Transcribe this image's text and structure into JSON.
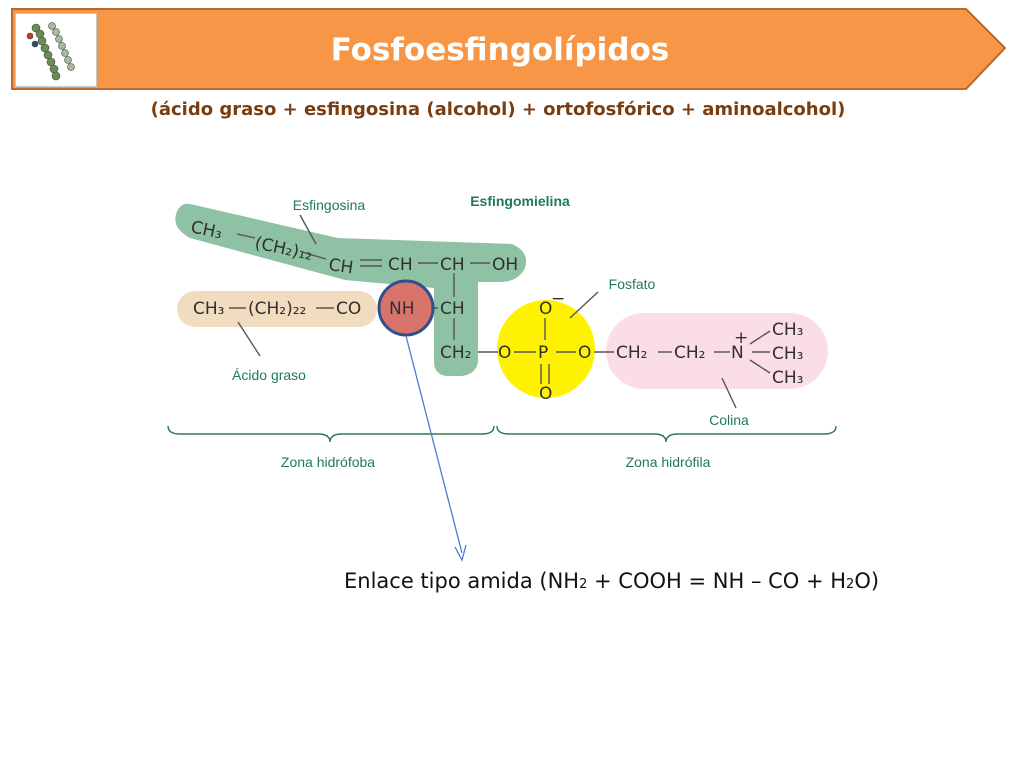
{
  "header": {
    "title": "Fosfoesfingolípidos",
    "subtitle": "(ácido graso + esfingosina  (alcohol) + ortofosfórico + aminoalcohol)",
    "banner_color": "#f79646",
    "logo": "molecule-model-icon"
  },
  "diagram": {
    "title": "Esfingomielina",
    "labels": {
      "sphingosine": "Esfingosina",
      "fatty_acid": "Ácido graso",
      "phosphate": "Fosfato",
      "choline": "Colina",
      "hydrophobic": "Zona hidrófoba",
      "hydrophilic": "Zona hidrófila"
    },
    "formula": {
      "ch3_a": "CH₃",
      "ch2_12": "(CH₂)₁₂",
      "ch_a": "CH",
      "ch_b": "CH",
      "ch_c": "CH",
      "oh": "OH",
      "ch3_b": "CH₃",
      "ch2_22": "(CH₂)₂₂",
      "co": "CO",
      "nh": "NH",
      "ch_d": "CH",
      "ch2_a": "CH₂",
      "o_top": "O",
      "o_minus": "−",
      "o_left": "O",
      "p": "P",
      "o_right": "O",
      "o_bottom": "O",
      "ch2_b": "CH₂",
      "ch2_c": "CH₂",
      "n": "N",
      "plus": "+",
      "me1": "CH₃",
      "me2": "CH₃",
      "me3": "CH₃"
    },
    "colors": {
      "sphingosine_zone": "#8fc2a4",
      "fatty_acid_zone": "#f1dcc0",
      "phosphate_zone": "#fff200",
      "choline_zone": "#fbdde7",
      "amide_highlight": "#d9746a",
      "arrow": "#4a7ec9"
    }
  },
  "footer": {
    "amide_prefix": "Enlace tipo amida (NH",
    "amide_sub1": "2",
    "amide_middle": " + COOH = NH – CO + H",
    "amide_sub2": "2",
    "amide_suffix": "O)"
  }
}
